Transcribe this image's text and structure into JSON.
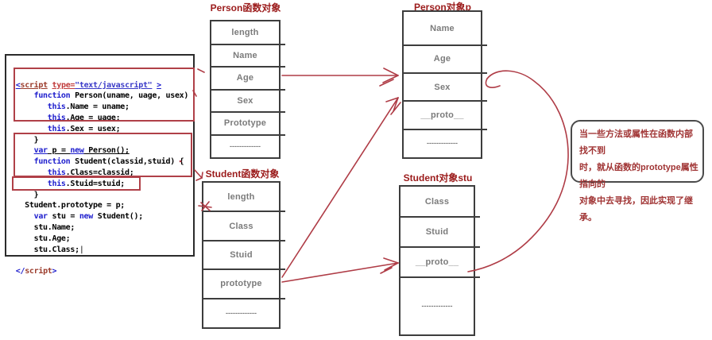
{
  "colors": {
    "annotation_red": "#AF3C46",
    "title_red": "#9B1B1B",
    "keyword_blue": "#1D1DCD",
    "tag_maroon": "#9B3B2B",
    "attr_red": "#C03A3A",
    "string_blue": "#3A3AC8",
    "label_gray": "#7B7B7B",
    "box_border_dark": "#3D3D3D"
  },
  "code_editor": {
    "lines": [
      {
        "u": 1,
        "s": [
          [
            "p",
            " "
          ],
          [
            "k",
            "<"
          ],
          [
            "t",
            "script"
          ],
          [
            "p",
            " "
          ],
          [
            "a",
            "type="
          ],
          [
            "s",
            "\"text/javascript\""
          ],
          [
            "p",
            " "
          ],
          [
            "k",
            ">"
          ]
        ]
      },
      {
        "s": [
          [
            "p",
            "     "
          ],
          [
            "k",
            "function"
          ],
          [
            "p",
            " Person(uname, uage, usex)"
          ]
        ]
      },
      {
        "s": [
          [
            "p",
            "        "
          ],
          [
            "k",
            "this"
          ],
          [
            "p",
            ".Name = uname;"
          ]
        ]
      },
      {
        "s": [
          [
            "p",
            "        "
          ],
          [
            "k",
            "this"
          ],
          [
            "p",
            ".Age = uage;"
          ]
        ]
      },
      {
        "s": [
          [
            "p",
            "        "
          ],
          [
            "k",
            "this"
          ],
          [
            "p",
            ".Sex = usex;"
          ]
        ]
      },
      {
        "s": [
          [
            "p",
            "     }"
          ]
        ]
      },
      {
        "u": 1,
        "s": [
          [
            "p",
            "     "
          ],
          [
            "k",
            "var"
          ],
          [
            "p",
            " p = "
          ],
          [
            "k",
            "new"
          ],
          [
            "p",
            " Person();"
          ]
        ]
      },
      {
        "s": [
          [
            "p",
            "     "
          ],
          [
            "k",
            "function"
          ],
          [
            "p",
            " Student(classid,stuid) {"
          ]
        ]
      },
      {
        "s": [
          [
            "p",
            "        "
          ],
          [
            "k",
            "this"
          ],
          [
            "p",
            ".Class=classid;"
          ]
        ]
      },
      {
        "s": [
          [
            "p",
            "        "
          ],
          [
            "k",
            "this"
          ],
          [
            "p",
            ".Stuid=stuid;"
          ]
        ]
      },
      {
        "s": [
          [
            "p",
            "     }"
          ]
        ]
      },
      {
        "s": [
          [
            "p",
            "   Student.prototype = p;"
          ]
        ]
      },
      {
        "s": [
          [
            "p",
            "     "
          ],
          [
            "k",
            "var"
          ],
          [
            "p",
            " stu = "
          ],
          [
            "k",
            "new"
          ],
          [
            "p",
            " Student();"
          ]
        ]
      },
      {
        "s": [
          [
            "p",
            "     stu.Name;"
          ]
        ]
      },
      {
        "s": [
          [
            "p",
            "     stu.Age;"
          ]
        ]
      },
      {
        "s": [
          [
            "p",
            "     stu.Class;"
          ],
          [
            "caret",
            "|"
          ]
        ]
      },
      {
        "s": []
      },
      {
        "s": [
          [
            "p",
            " "
          ],
          [
            "k",
            "</"
          ],
          [
            "t",
            "script"
          ],
          [
            "k",
            ">"
          ]
        ]
      }
    ]
  },
  "boxes": {
    "person_func": {
      "title": "Person函数对象",
      "rows": [
        "length",
        "Name",
        "Age",
        "Sex",
        "Prototype",
        "-------------"
      ]
    },
    "student_func": {
      "title": "Student函数对象",
      "rows": [
        "length",
        "Class",
        "Stuid",
        "prototype",
        "-------------"
      ]
    },
    "person_obj": {
      "title": "Person对象p",
      "rows": [
        "Name",
        "Age",
        "Sex",
        "__proto__",
        "-------------"
      ]
    },
    "student_obj": {
      "title": "Student对象stu",
      "rows": [
        "Class",
        "Stuid",
        "__proto__",
        "-------------"
      ]
    }
  },
  "bubble": {
    "lines": [
      "当一些方法或属性在函数内部找不到",
      "时，就从函数的prototype属性指向的",
      "对象中去寻找，因此实现了继承。"
    ]
  }
}
